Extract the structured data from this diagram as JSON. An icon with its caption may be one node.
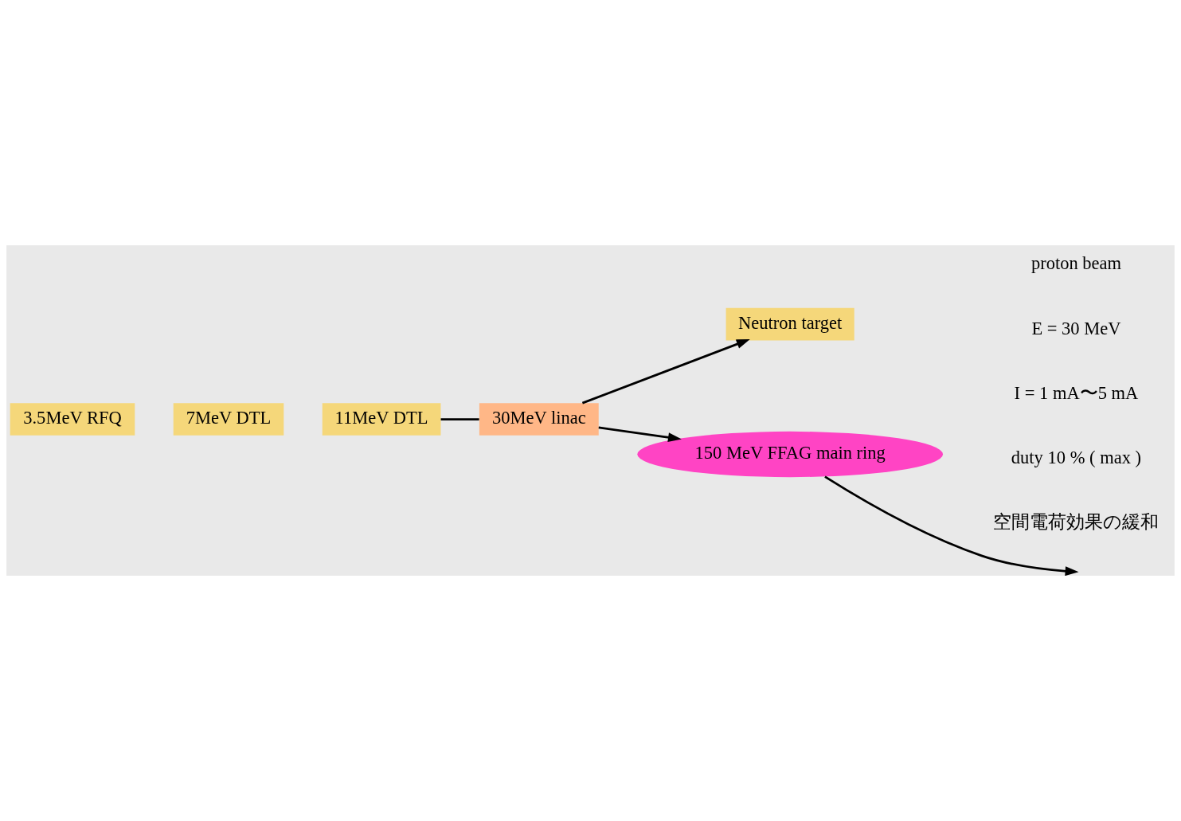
{
  "diagram": {
    "nodes": [
      {
        "text": [
          "3.5MeV RFQ"
        ]
      },
      {
        "text": [
          "7MeV DTL"
        ]
      },
      {
        "text": [
          "11MeV DTL"
        ]
      },
      {
        "text": [
          "30MeV linac"
        ]
      },
      {
        "text": [
          "Neutron target"
        ]
      },
      {
        "text": [
          "150 MeV FFAG main ring"
        ]
      }
    ],
    "edges": [
      {
        "from": 2,
        "to": 3,
        "arrow": "none"
      },
      {
        "from": 3,
        "to": 4,
        "arrow": "to"
      },
      {
        "from": 3,
        "to": 5,
        "arrow": "to"
      },
      {
        "from": 5,
        "to": null,
        "arrow": "to"
      }
    ],
    "labels": [
      "proton beam",
      "E = 30 MeV",
      "I = 1 mA〜5 mA",
      "duty 10 % ( max )",
      "空間電荷効果の緩和"
    ]
  }
}
